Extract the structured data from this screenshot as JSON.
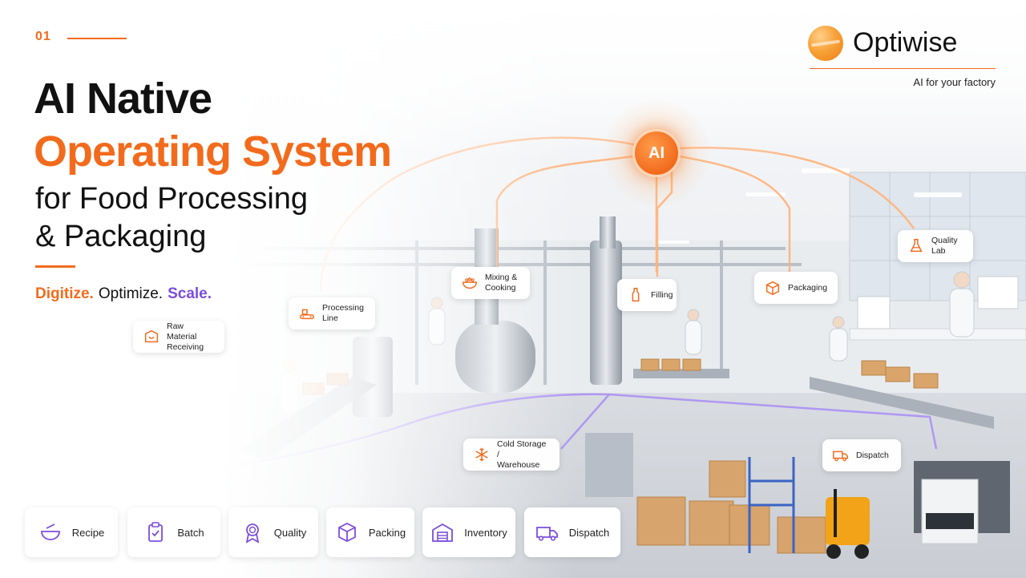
{
  "slide": {
    "number": "01"
  },
  "headline": {
    "line1": "AI Native",
    "line2": "Operating System",
    "line3": "for Food Processing",
    "line4": "& Packaging"
  },
  "tagline": {
    "part1": "Digitize.",
    "part2": "Optimize.",
    "part3": "Scale."
  },
  "brand": {
    "name": "Optiwise",
    "subtitle": "AI for your factory"
  },
  "ai_node": {
    "label": "AI"
  },
  "stages": [
    {
      "label": "Raw Material\nReceiving",
      "icon": "box-receive-icon"
    },
    {
      "label": "Processing\nLine",
      "icon": "conveyor-icon"
    },
    {
      "label": "Mixing &\nCooking",
      "icon": "mixing-bowl-icon"
    },
    {
      "label": "Filling",
      "icon": "bottle-icon"
    },
    {
      "label": "Packaging",
      "icon": "package-icon"
    },
    {
      "label": "Quality\nLab",
      "icon": "flask-icon"
    },
    {
      "label": "Cold Storage /\nWarehouse",
      "icon": "snowflake-icon"
    },
    {
      "label": "Dispatch",
      "icon": "truck-icon"
    }
  ],
  "modules": [
    {
      "label": "Recipe",
      "icon": "bowl-icon"
    },
    {
      "label": "Batch",
      "icon": "clipboard-check-icon"
    },
    {
      "label": "Quality",
      "icon": "award-icon"
    },
    {
      "label": "Packing",
      "icon": "box-icon"
    },
    {
      "label": "Inventory",
      "icon": "warehouse-icon"
    },
    {
      "label": "Dispatch",
      "icon": "truck-icon"
    }
  ],
  "colors": {
    "accent": "#f26b1d",
    "purple": "#7c4dde",
    "text": "#111111"
  }
}
